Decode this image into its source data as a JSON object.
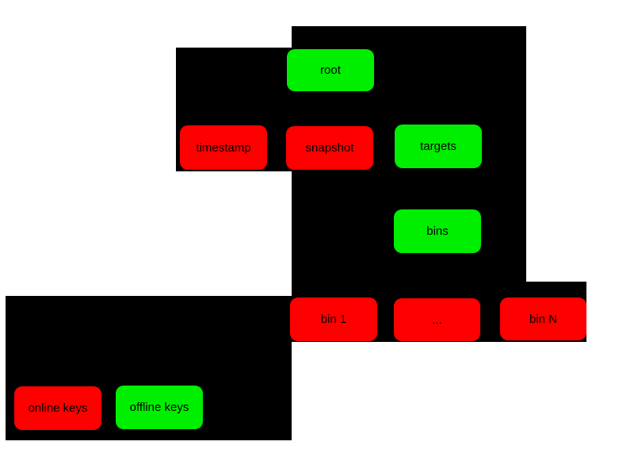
{
  "diagram": {
    "page_background": "#ffffff",
    "panel_color": "#000000",
    "text_color": "#000000",
    "key_colors": {
      "online": "#ff0000",
      "offline": "#00ee00"
    },
    "nodes": [
      {
        "id": "root",
        "label": "root",
        "key": "offline",
        "color": "#00ee00"
      },
      {
        "id": "timestamp",
        "label": "timestamp",
        "key": "online",
        "color": "#ff0000"
      },
      {
        "id": "snapshot",
        "label": "snapshot",
        "key": "online",
        "color": "#ff0000"
      },
      {
        "id": "targets",
        "label": "targets",
        "key": "offline",
        "color": "#00ee00"
      },
      {
        "id": "bins",
        "label": "bins",
        "key": "offline",
        "color": "#00ee00"
      },
      {
        "id": "bin-1",
        "label": "bin 1",
        "key": "online",
        "color": "#ff0000"
      },
      {
        "id": "bin-dots",
        "label": "...",
        "key": "online",
        "color": "#ff0000"
      },
      {
        "id": "bin-n",
        "label": "bin N",
        "key": "online",
        "color": "#ff0000"
      },
      {
        "id": "legend-online",
        "label": "online keys",
        "key": "online",
        "color": "#ff0000"
      },
      {
        "id": "legend-offline",
        "label": "offline keys",
        "key": "offline",
        "color": "#00ee00"
      }
    ]
  }
}
